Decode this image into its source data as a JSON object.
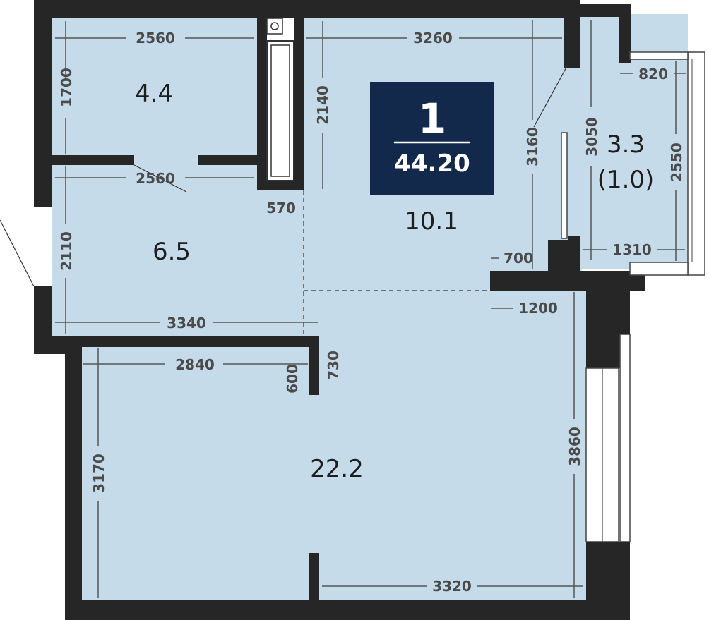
{
  "apartment": {
    "rooms_count": "1",
    "total_area": "44.20"
  },
  "rooms": {
    "bathroom_area": "4.4",
    "hallway_area": "6.5",
    "kitchen_area": "10.1",
    "living_area": "22.2",
    "balcony_area": "3.3",
    "balcony_area_reduced": "(1.0)"
  },
  "dimensions": {
    "bath_width": "2560",
    "bath_height": "1700",
    "hall_width_top": "2560",
    "hall_height": "2110",
    "hall_width_bottom": "3340",
    "niche_width": "570",
    "kitchen_width": "3260",
    "kitchen_depth": "2140",
    "kitchen_height": "3160",
    "kitchen_door": "700",
    "balcony_top": "820",
    "balcony_depth": "3050",
    "balcony_side": "2550",
    "balcony_bottom": "1310",
    "living_top_right": "1200",
    "living_width_top": "2840",
    "partition_600": "600",
    "partition_730": "730",
    "living_height_left": "3170",
    "living_height_right": "3860",
    "living_width_bottom": "3320"
  },
  "colors": {
    "floor": "#c6dbe9",
    "wall": "#262626",
    "badge": "#13294b"
  }
}
